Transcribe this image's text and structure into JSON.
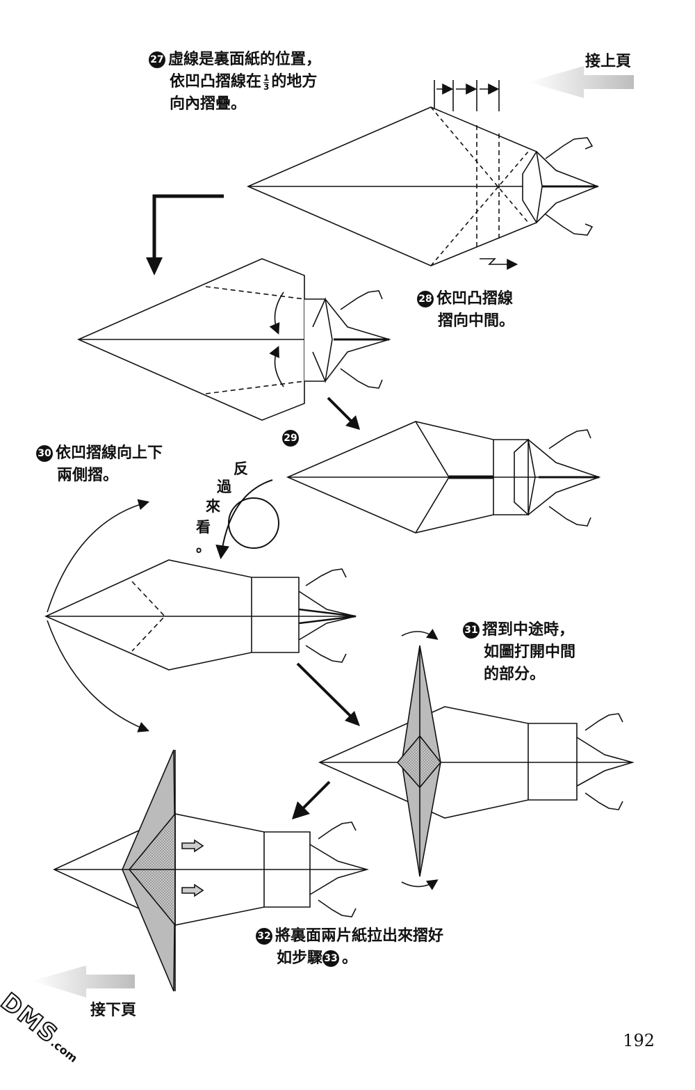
{
  "nav": {
    "prev_label": "接上頁",
    "next_label": "接下頁"
  },
  "steps": {
    "s27": {
      "num": "27",
      "line1": "虛線是裏面紙的位置，",
      "line2_a": "依凹凸摺線在",
      "frac_top": "1",
      "frac_bottom": "3",
      "line2_b": "的地方",
      "line3": "向內摺疊。"
    },
    "s28": {
      "num": "28",
      "line1": "依凹凸摺線",
      "line2": "摺向中間。"
    },
    "s29": {
      "num": "29"
    },
    "s30": {
      "num": "30",
      "line1": "依凹摺線向上下",
      "line2": "兩側摺。"
    },
    "s31": {
      "num": "31",
      "line1": "摺到中途時，",
      "line2": "如圖打開中間",
      "line3": "的部分。"
    },
    "s32": {
      "num": "32",
      "line1": "將裏面兩片紙拉出來摺好",
      "line2_a": "如步驟",
      "ref_num": "33",
      "line2_b": "。"
    }
  },
  "flip_note": [
    "反",
    "過",
    "來",
    "看",
    "。"
  ],
  "page_number": "192",
  "watermark": {
    "big": "DMS",
    "small": ".com"
  },
  "colors": {
    "line": "#111111",
    "shade": "#b9b9b9",
    "arrow_gray": "#c8c8c8"
  }
}
